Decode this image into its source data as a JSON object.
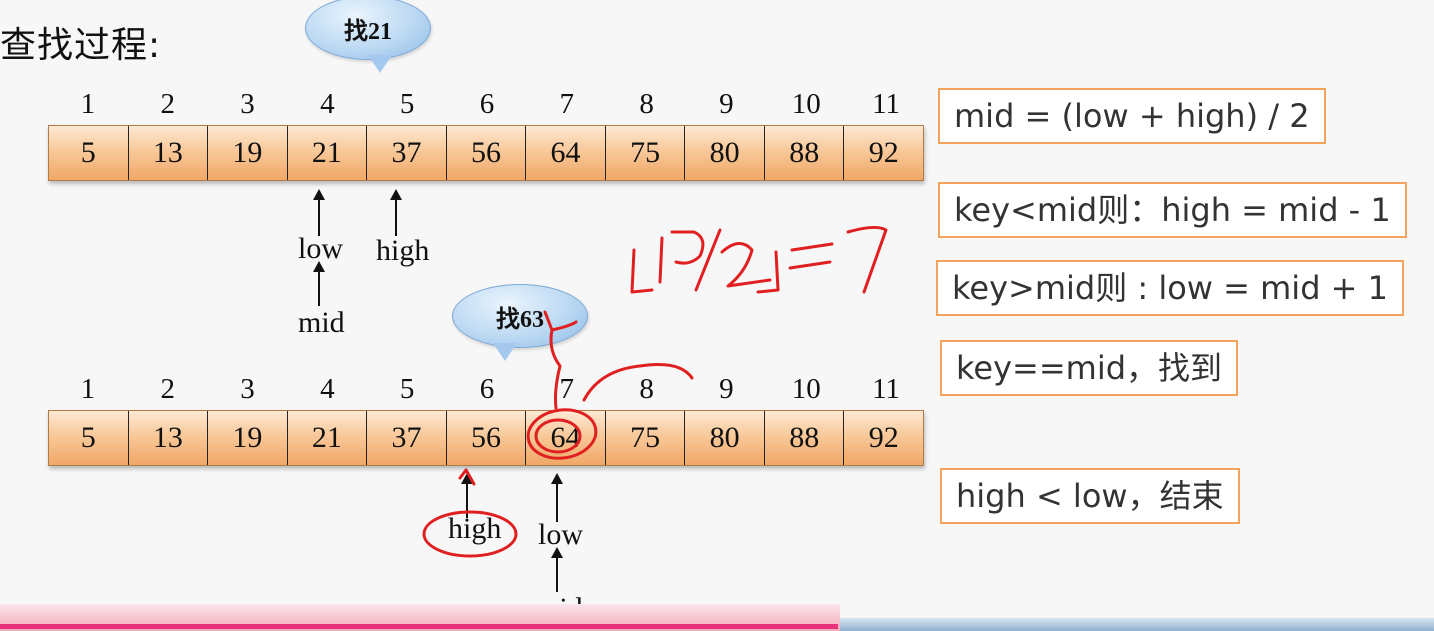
{
  "title": "查找过程:",
  "bubble1": {
    "text": "找21"
  },
  "bubble2": {
    "text": "找63"
  },
  "array1": {
    "indices": [
      "1",
      "2",
      "3",
      "4",
      "5",
      "6",
      "7",
      "8",
      "9",
      "10",
      "11"
    ],
    "values": [
      "5",
      "13",
      "19",
      "21",
      "37",
      "56",
      "64",
      "75",
      "80",
      "88",
      "92"
    ],
    "pointers": {
      "low": "low",
      "high": "high",
      "mid": "mid"
    }
  },
  "array2": {
    "indices": [
      "1",
      "2",
      "3",
      "4",
      "5",
      "6",
      "7",
      "8",
      "9",
      "10",
      "11"
    ],
    "values": [
      "5",
      "13",
      "19",
      "21",
      "37",
      "56",
      "64",
      "75",
      "80",
      "88",
      "92"
    ],
    "pointers": {
      "high": "high",
      "low": "low",
      "mid": "mid"
    }
  },
  "rules": [
    "mid = (low + high) / 2",
    "key<mid则：high = mid - 1",
    "key>mid则 : low = mid + 1",
    "key==mid，找到",
    "high < low，结束"
  ],
  "annotation": "⌊15/2⌋=7",
  "colors": {
    "cell_top": "#fde9d3",
    "cell_bottom": "#f0a766",
    "rule_border": "#f0a45c",
    "bubble": "#bcd9f3",
    "handwriting": "#e02020"
  }
}
